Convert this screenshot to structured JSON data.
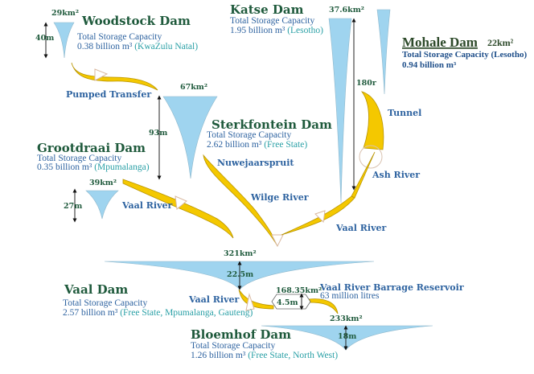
{
  "colors": {
    "reservoir": "#9fd4ef",
    "river": "#f4c800",
    "title": "#1f5a3c",
    "text": "#2e63a0",
    "region": "#2aa0a6"
  },
  "woodstock": {
    "title": "Woodstock Dam",
    "capacity_label": "Total Storage Capacity",
    "capacity": "0.38 billion m³",
    "region": "(KwaZulu Natal)",
    "area": "29km²",
    "depth": "40m"
  },
  "sterkfontein": {
    "title": "Sterkfontein Dam",
    "capacity_label": "Total Storage Capacity",
    "capacity": "2.62 billion m³",
    "region": "(Free State)",
    "area": "67km²",
    "depth": "93m"
  },
  "grootdraai": {
    "title": "Grootdraai Dam",
    "capacity_label": "Total Storage Capacity",
    "capacity": "0.35 billion m³",
    "region": "(Mpumalanga)",
    "area": "39km²",
    "depth": "27m"
  },
  "katse": {
    "title": "Katse Dam",
    "capacity_label": "Total Storage Capacity",
    "capacity": "1.95 billion m³",
    "region": "(Lesotho)",
    "area": "37.6km²",
    "depth": "180r"
  },
  "mohale": {
    "title": "Mohale Dam",
    "area": "22km²",
    "capacity_label": "Total Storage Capacity (Lesotho)",
    "capacity": "0.94 billion m³"
  },
  "vaal": {
    "title": "Vaal Dam",
    "capacity_label": "Total Storage Capacity",
    "capacity": "2.57 billion m³",
    "region": "(Free State, Mpumalanga, Gauteng)",
    "area": "321km²",
    "depth": "22.5m"
  },
  "barrage": {
    "title": "Vaal River Barrage Reservoir",
    "capacity": "63 million litres",
    "area": "168.35km²",
    "depth": "4.5m"
  },
  "bloemhof": {
    "title": "Bloemhof Dam",
    "capacity_label": "Total Storage Capacity",
    "capacity": "1.26 billion m³",
    "region": "(Free State, North West)",
    "area": "233km²",
    "depth": "18m"
  },
  "rivers": {
    "pumped": "Pumped Transfer",
    "nuwejaarspruit": "Nuwejaarspruit",
    "vaal1": "Vaal River",
    "wilge": "Wilge River",
    "tunnel": "Tunnel",
    "ash": "Ash River",
    "vaal2": "Vaal River",
    "vaal3": "Vaal River"
  }
}
